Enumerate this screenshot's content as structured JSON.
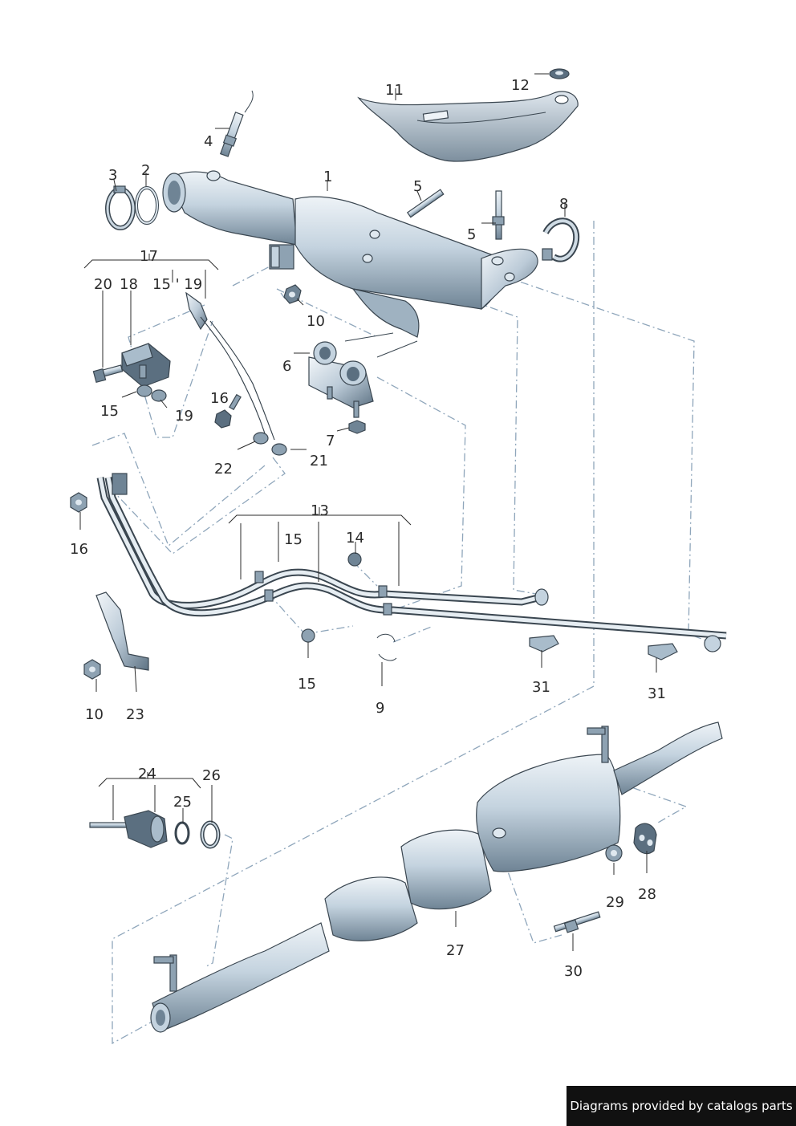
{
  "labels": {
    "l1": "1",
    "l2": "2",
    "l3": "3",
    "l4": "4",
    "l5a": "5",
    "l5b": "5",
    "l6": "6",
    "l7": "7",
    "l8": "8",
    "l9": "9",
    "l10a": "10",
    "l10b": "10",
    "l11": "11",
    "l12": "12",
    "l13": "13",
    "l14": "14",
    "l15a": "15",
    "l15b": "15 ' 19",
    "l15c": "15",
    "l15d": "15",
    "l16a": "16",
    "l16b": "16",
    "l17": "17",
    "l18": "18",
    "l19": "19",
    "l20": "20",
    "l21": "21",
    "l22": "22",
    "l23": "23",
    "l24": "24",
    "l25": "25",
    "l26": "26",
    "l27": "27",
    "l28": "28",
    "l29": "29",
    "l30": "30",
    "l31a": "31",
    "l31b": "31"
  },
  "credit": "Diagrams provided by catalogs parts",
  "colors": {
    "part_light": "#dfe8ef",
    "part_mid": "#a9bccb",
    "part_dark": "#5b6f80",
    "dash": "#8fa6bb",
    "ink": "#2b2b2b"
  }
}
